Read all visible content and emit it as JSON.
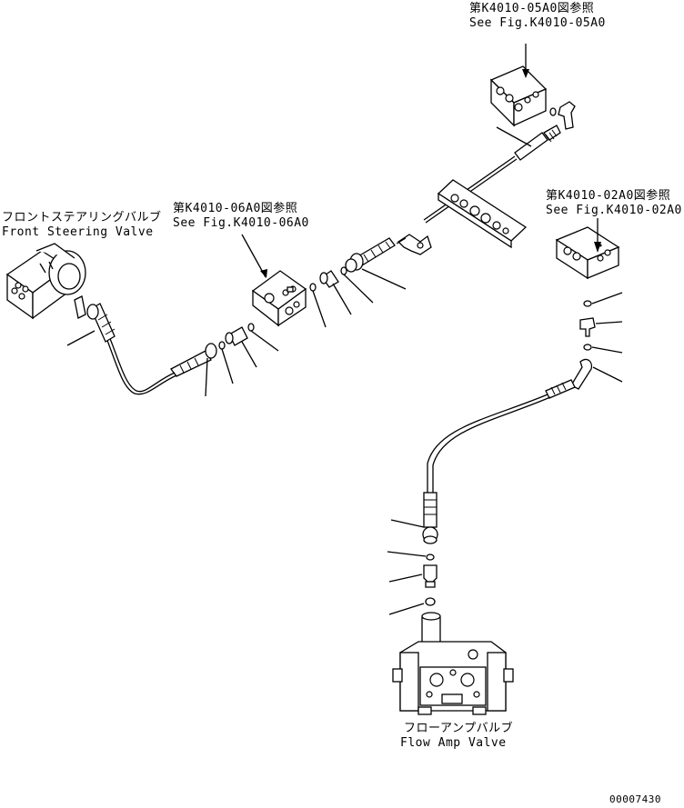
{
  "references": {
    "top": {
      "ja": "第K4010-05A0図参照",
      "en": "See Fig.K4010-05A0"
    },
    "middle": {
      "ja": "第K4010-06A0図参照",
      "en": "See Fig.K4010-06A0"
    },
    "right": {
      "ja": "第K4010-02A0図参照",
      "en": "See Fig.K4010-02A0"
    }
  },
  "components": {
    "front_steering_valve": {
      "ja": "フロントステアリングバルブ",
      "en": "Front Steering Valve"
    },
    "flow_amp_valve": {
      "ja": "フローアンプバルブ",
      "en": "Flow Amp Valve"
    }
  },
  "drawing_number": "00007430"
}
